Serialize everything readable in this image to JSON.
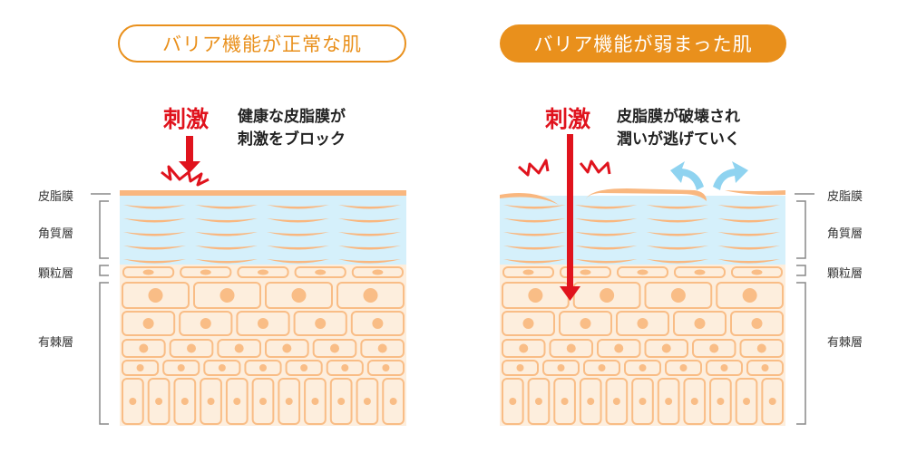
{
  "titles": {
    "normal": "バリア機能が正常な肌",
    "weak": "バリア機能が弱まった肌"
  },
  "stimulus": "刺激",
  "notes": {
    "normal": "健康な皮脂膜が\n刺激をブロック",
    "weak": "皮脂膜が破壊され\n潤いが逃げていく"
  },
  "layers": {
    "sebum": "皮脂膜",
    "stratum_corneum": "角質層",
    "granular": "顆粒層",
    "spinous": "有棘層"
  },
  "colors": {
    "orange": "#e9901c",
    "red": "#e0131d",
    "sebum": "#f9b77f",
    "corneum": "#d5f0fb",
    "skin": "#fdeedd",
    "cell_stroke": "#f9bd86",
    "arrow_blue": "#8fd3f0"
  }
}
